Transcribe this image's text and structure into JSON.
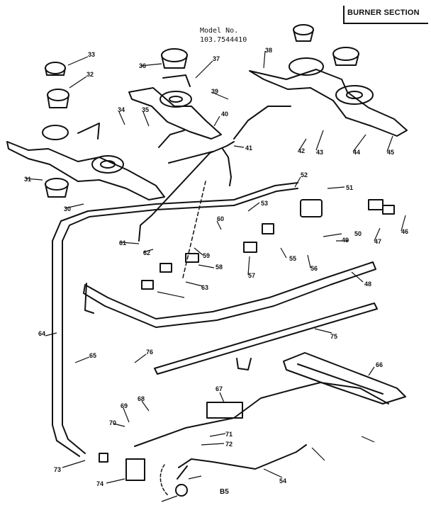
{
  "header": {
    "title": "BURNER SECTION"
  },
  "model": {
    "label": "Model No.",
    "number": "103.7544410"
  },
  "page_code": "B5",
  "callouts": [
    "33",
    "32",
    "36",
    "37",
    "38",
    "39",
    "34",
    "35",
    "40",
    "41",
    "42",
    "43",
    "44",
    "45",
    "31",
    "52",
    "51",
    "53",
    "30",
    "60",
    "61",
    "62",
    "59",
    "58",
    "57",
    "55",
    "56",
    "50",
    "49",
    "47",
    "46",
    "48",
    "63",
    "64",
    "65",
    "76",
    "75",
    "66",
    "67",
    "68",
    "69",
    "70",
    "71",
    "72",
    "73",
    "74",
    "54"
  ]
}
